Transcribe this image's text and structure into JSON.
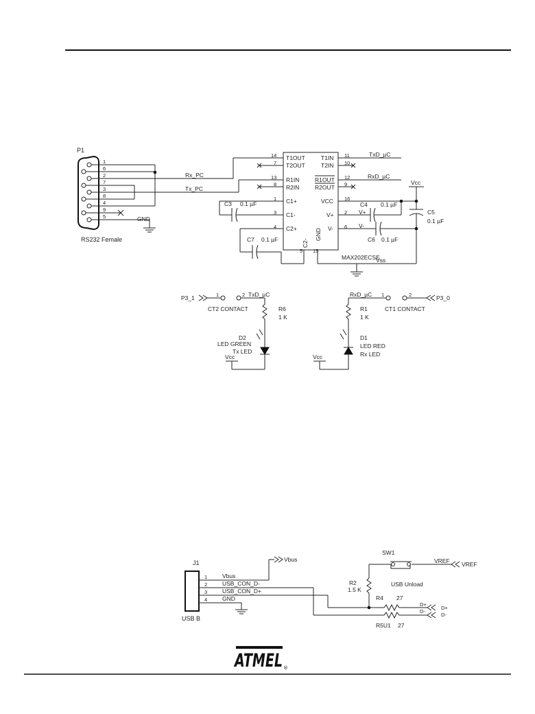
{
  "schematic1": {
    "p1": {
      "ref": "P1",
      "caption": "RS232 Female",
      "pins": [
        "1",
        "6",
        "2",
        "7",
        "3",
        "8",
        "4",
        "9",
        "5"
      ]
    },
    "nets": {
      "rx_pc": "Rx_PC",
      "tx_pc": "Tx_PC",
      "gnd": "GND",
      "txd": "TxD_µC",
      "rxd": "RxD_µC",
      "vss": "Vss",
      "vcc": "Vcc"
    },
    "ic": {
      "name": "MAX202ECSE",
      "left_pins": [
        {
          "num": "14",
          "label": "T1OUT"
        },
        {
          "num": "7",
          "label": "T2OUT"
        },
        {
          "num": "13",
          "label": "R1IN"
        },
        {
          "num": "8",
          "label": "R2IN"
        },
        {
          "num": "1",
          "label": "C1+"
        },
        {
          "num": "3",
          "label": "C1-"
        },
        {
          "num": "4",
          "label": "C2+"
        }
      ],
      "right_pins": [
        {
          "num": "11",
          "label": "T1IN"
        },
        {
          "num": "10",
          "label": "T2IN"
        },
        {
          "num": "12",
          "label": "R1OUT"
        },
        {
          "num": "9",
          "label": "R2OUT"
        },
        {
          "num": "16",
          "label": "VCC"
        },
        {
          "num": "2",
          "label": "V+"
        },
        {
          "num": "6",
          "label": "V-"
        }
      ],
      "bottom_pins": [
        {
          "num": "5",
          "label": "C2-"
        },
        {
          "num": "15",
          "label": "GND"
        }
      ]
    },
    "caps": {
      "c3": {
        "ref": "C3",
        "value": "0.1 µF"
      },
      "c4": {
        "ref": "C4",
        "value": "0.1 µF"
      },
      "c5": {
        "ref": "C5",
        "value": "0.1 µF"
      },
      "c6": {
        "ref": "C6",
        "value": "0.1 µF"
      },
      "c7": {
        "ref": "C7",
        "value": "0.1 µF"
      }
    },
    "cap_pin_labels": {
      "c4_plus": "V+",
      "c6_minus": "V-"
    }
  },
  "schematic2": {
    "p3_1": "P3_1",
    "p3_0": "P3_0",
    "ct2": "CT2 CONTACT",
    "ct1": "CT1 CONTACT",
    "pin1": "1",
    "pin2": "2",
    "r6": {
      "ref": "R6",
      "value": "1 K"
    },
    "r1": {
      "ref": "R1",
      "value": "1 K"
    },
    "d2": {
      "ref": "D2",
      "line1": "LED GREEN",
      "line2": "Tx LED"
    },
    "d1": {
      "ref": "D1",
      "line1": "LED RED",
      "line2": "Rx LED"
    },
    "txd": "TxD_µC",
    "rxd": "RxD_µC",
    "vcc": "Vcc"
  },
  "schematic3": {
    "j1": {
      "ref": "J1",
      "caption": "USB B",
      "pins": [
        {
          "num": "1",
          "net": "Vbus"
        },
        {
          "num": "2",
          "net": "USB_CON_D-"
        },
        {
          "num": "3",
          "net": "USB_CON_D+"
        },
        {
          "num": "4",
          "net": "GND"
        }
      ]
    },
    "vbus": "Vbus",
    "sw1": {
      "ref": "SW1",
      "caption": "USB Unload"
    },
    "vref": "VREF",
    "vref_port": "VREF",
    "r2": {
      "ref": "R2",
      "value": "1.5 K"
    },
    "r4": {
      "ref": "R4",
      "value": "27"
    },
    "r5": {
      "ref": "R5U1",
      "value": "27"
    },
    "d_plus": "D+",
    "d_minus": "D-",
    "port_d_plus": "D+",
    "port_d_minus": "D-"
  },
  "footer": {
    "logo": "ATMEL",
    "registered": "®"
  },
  "colors": {
    "ink": "#222222",
    "background": "#ffffff"
  }
}
